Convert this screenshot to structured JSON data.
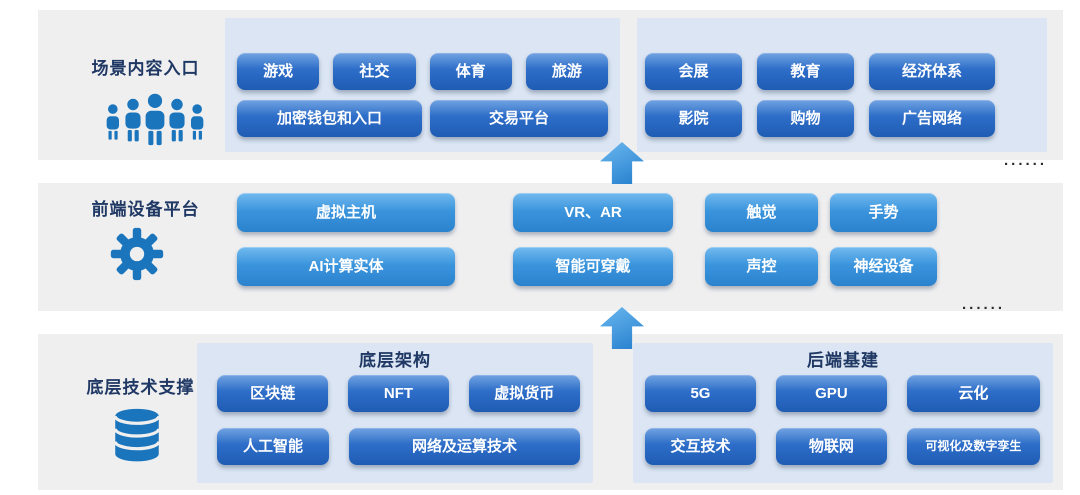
{
  "colors": {
    "band_bg": "#efeff0",
    "panel_bg": "#dbe5f3",
    "node_dark_blue": "#2a69c4",
    "node_sky_blue": "#3a94dc",
    "label_navy": "#1f3864",
    "icon_blue": "#1b75bc",
    "arrow_blue": "#3e9ae4"
  },
  "layers": [
    {
      "label": "场景内容入口",
      "icon": "people-icon",
      "more": "......",
      "panels": [
        {
          "rows": [
            [
              "游戏",
              "社交",
              "体育",
              "旅游"
            ],
            [
              "加密钱包和入口",
              "交易平台"
            ]
          ]
        },
        {
          "rows": [
            [
              "会展",
              "教育",
              "经济体系"
            ],
            [
              "影院",
              "购物",
              "广告网络"
            ]
          ]
        }
      ]
    },
    {
      "label": "前端设备平台",
      "icon": "gear-icon",
      "more": "......",
      "columns": [
        [
          "虚拟主机",
          "AI计算实体"
        ],
        [
          "VR、AR",
          "智能可穿戴"
        ],
        [
          "触觉",
          "声控"
        ],
        [
          "手势",
          "神经设备"
        ]
      ]
    },
    {
      "label": "底层技术支撑",
      "icon": "database-icon",
      "panels": [
        {
          "title": "底层架构",
          "rows": [
            [
              "区块链",
              "NFT",
              "虚拟货币"
            ],
            [
              "人工智能",
              "网络及运算技术"
            ]
          ]
        },
        {
          "title": "后端基建",
          "rows": [
            [
              "5G",
              "GPU",
              "云化"
            ],
            [
              "交互技术",
              "物联网",
              "可视化及数字孪生"
            ]
          ]
        }
      ]
    }
  ]
}
